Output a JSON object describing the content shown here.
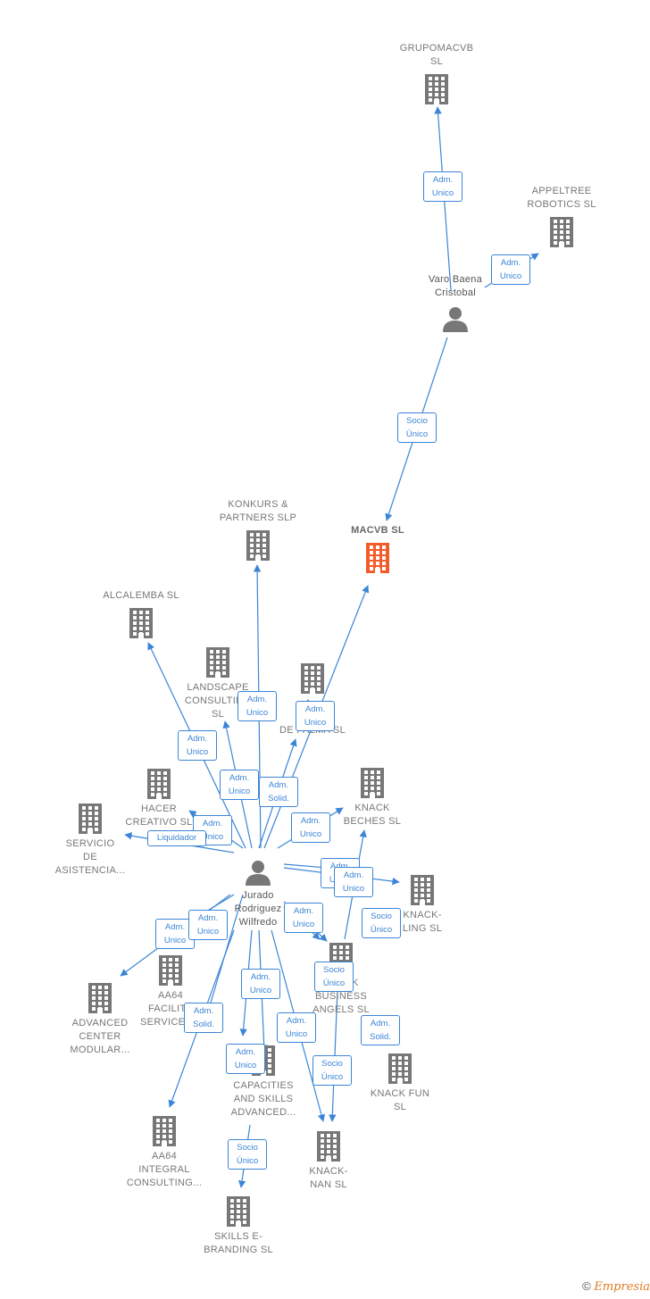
{
  "colors": {
    "edge": "#3b85d6",
    "building": "#777777",
    "focus": "#f25c2a",
    "person": "#777777"
  },
  "nodes": [
    {
      "id": "grupomacvb",
      "label": "GRUPOMACVB\nSL",
      "icon": "building-icon"
    },
    {
      "id": "appeltree",
      "label": "APPELTREE\nROBOTICS  SL",
      "icon": "building-icon"
    },
    {
      "id": "varo",
      "label": "Varo Baena\nCristobal",
      "icon": "person-icon"
    },
    {
      "id": "macvb",
      "label": "MACVB  SL",
      "icon": "building-icon",
      "focus": true
    },
    {
      "id": "konkurs",
      "label": "KONKURS &\nPARTNERS  SLP",
      "icon": "building-icon"
    },
    {
      "id": "alcalemba",
      "label": "ALCALEMBA SL",
      "icon": "building-icon"
    },
    {
      "id": "landscape",
      "label": "LANDSCAPE\nCONSULTING\nSL",
      "icon": "building-icon"
    },
    {
      "id": "palma",
      "label": "A...\nG...\nDE PALMA  SL",
      "icon": "building-icon"
    },
    {
      "id": "hacer",
      "label": "HACER\nCREATIVO SL",
      "icon": "building-icon"
    },
    {
      "id": "servicio",
      "label": "SERVICIO\nDE\nASISTENCIA...",
      "icon": "building-icon"
    },
    {
      "id": "knackbeches",
      "label": "KNACK\nBECHES  SL",
      "icon": "building-icon"
    },
    {
      "id": "jurado",
      "label": "Jurado\nRodriguez\nWilfredo",
      "icon": "person-icon"
    },
    {
      "id": "knackling",
      "label": "KNACK-\nLING  SL",
      "icon": "building-icon"
    },
    {
      "id": "aa64fac",
      "label": "AA64\nFACILITY\nSERVICES...",
      "icon": "building-icon"
    },
    {
      "id": "advanced",
      "label": "ADVANCED\nCENTER\nMODULAR...",
      "icon": "building-icon"
    },
    {
      "id": "business",
      "label": "KNACK\nBUSINESS\nANGELS  SL",
      "icon": "building-icon"
    },
    {
      "id": "knackfun",
      "label": "KNACK FUN\nSL",
      "icon": "building-icon"
    },
    {
      "id": "capacities",
      "label": "CAPACITIES\nAND SKILLS\nADVANCED...",
      "icon": "building-icon"
    },
    {
      "id": "aa64int",
      "label": "AA64\nINTEGRAL\nCONSULTING...",
      "icon": "building-icon"
    },
    {
      "id": "knacknan",
      "label": "KNACK-\nNAN  SL",
      "icon": "building-icon"
    },
    {
      "id": "skills",
      "label": "SKILLS E-\nBRANDING  SL",
      "icon": "building-icon"
    }
  ],
  "relations": [
    {
      "label": "Adm.\nUnico",
      "from": "varo",
      "to": "grupomacvb"
    },
    {
      "label": "Adm.\nUnico",
      "from": "varo",
      "to": "appeltree"
    },
    {
      "label": "Socio\nÚnico",
      "from": "varo",
      "to": "macvb"
    },
    {
      "label": "Adm.\nUnico",
      "from": "jurado",
      "to": "macvb"
    },
    {
      "label": "Adm.\nUnico",
      "from": "jurado",
      "to": "konkurs"
    },
    {
      "label": "Adm.\nUnico",
      "from": "jurado",
      "to": "alcalemba"
    },
    {
      "label": "Adm.\nUnico",
      "from": "jurado",
      "to": "landscape"
    },
    {
      "label": "Adm.\nSolid.",
      "from": "jurado",
      "to": "palma"
    },
    {
      "label": "Adm.\nUnico",
      "from": "jurado",
      "to": "hacer"
    },
    {
      "label": "Liquidador",
      "from": "jurado",
      "to": "servicio"
    },
    {
      "label": "Adm.\nUnico",
      "from": "jurado",
      "to": "knackbeches"
    },
    {
      "label": "Adm.\nUnico",
      "from": "jurado",
      "to": "knackling"
    },
    {
      "label": "Adm.\nUnico",
      "from": "jurado",
      "to": "knackling"
    },
    {
      "label": "Socio\nÚnico",
      "from": "business",
      "to": "knackbeches"
    },
    {
      "label": "Adm.\nSolid.",
      "from": "jurado",
      "to": "aa64fac"
    },
    {
      "label": "Adm.\nUnico",
      "from": "jurado",
      "to": "advanced"
    },
    {
      "label": "Adm.\nUnico",
      "from": "jurado",
      "to": "business"
    },
    {
      "label": "Adm.\nUnico",
      "from": "jurado",
      "to": "business"
    },
    {
      "label": "Socio\nÚnico",
      "from": "business",
      "to": "knackfun"
    },
    {
      "label": "Adm.\nSolid.",
      "from": "jurado",
      "to": "aa64int"
    },
    {
      "label": "Adm.\nUnico",
      "from": "jurado",
      "to": "capacities"
    },
    {
      "label": "Adm.\nUnico",
      "from": "jurado",
      "to": "knacknan"
    },
    {
      "label": "Socio\nÚnico",
      "from": "business",
      "to": "knacknan"
    },
    {
      "label": "Adm.\nUnico",
      "from": "jurado",
      "to": "skills"
    },
    {
      "label": "Socio\nÚnico",
      "from": "capacities",
      "to": "skills"
    }
  ],
  "footer": {
    "copyright": "©",
    "brand": "Empresia"
  }
}
